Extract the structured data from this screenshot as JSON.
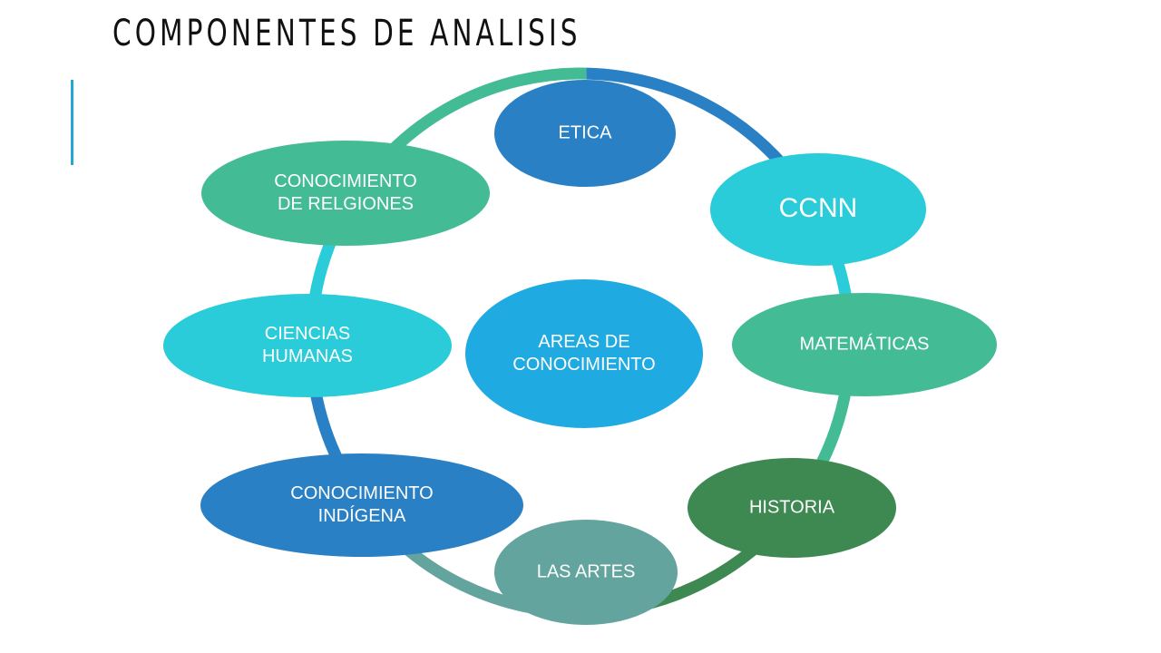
{
  "title": "COMPONENTES DE ANALISIS",
  "diagram": {
    "center": {
      "lines": [
        "AREAS DE",
        "CONOCIMIENTO"
      ]
    },
    "nodes": [
      {
        "id": "etica",
        "lines": [
          "ETICA"
        ],
        "color": "#2a80c5"
      },
      {
        "id": "ccnn",
        "lines": [
          "CCNN"
        ],
        "color": "#29ccd8"
      },
      {
        "id": "matematicas",
        "lines": [
          "MATEMÁTICAS"
        ],
        "color": "#43bc96"
      },
      {
        "id": "historia",
        "lines": [
          "HISTORIA"
        ],
        "color": "#3e8952"
      },
      {
        "id": "las-artes",
        "lines": [
          "LAS ARTES"
        ],
        "color": "#63a49e"
      },
      {
        "id": "conocimiento-indigena",
        "lines": [
          "CONOCIMIENTO",
          "INDÍGENA"
        ],
        "color": "#2a80c5"
      },
      {
        "id": "ciencias-humanas",
        "lines": [
          "CIENCIAS",
          "HUMANAS"
        ],
        "color": "#29ccd8"
      },
      {
        "id": "conocimiento-religiones",
        "lines": [
          "CONOCIMIENTO",
          "DE RELGIONES"
        ],
        "color": "#43bc96"
      }
    ],
    "center_color": "#1faae2"
  }
}
